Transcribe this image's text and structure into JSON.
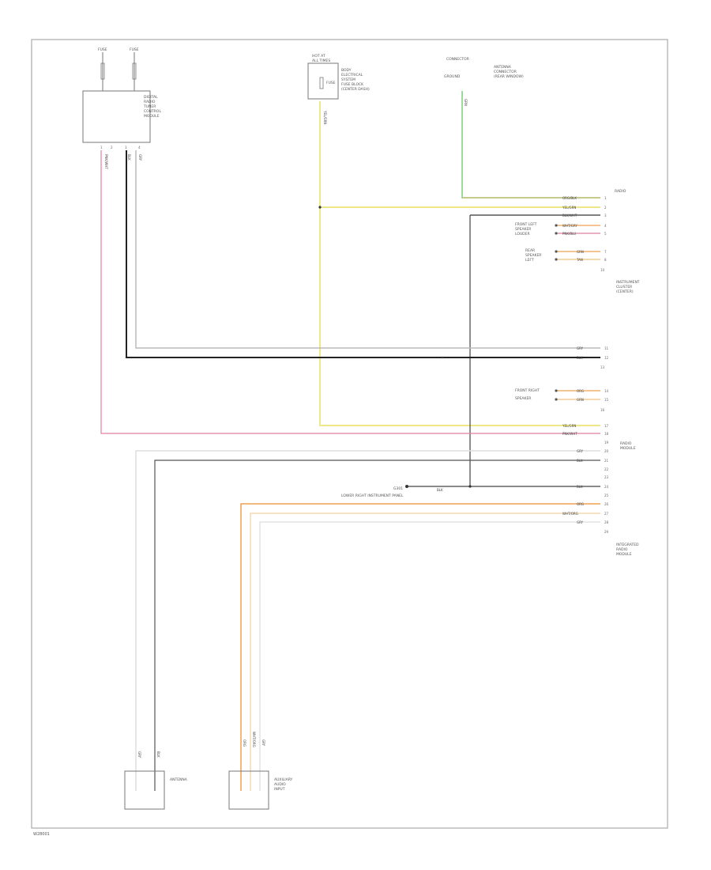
{
  "colors": {
    "frame": "#999999",
    "box": "#777777",
    "yellow": "#e8e060",
    "green": "#7ccf7c",
    "orange": "#f0a050",
    "pink": "#e080a0",
    "red": "#d04040",
    "black": "#222222",
    "gray": "#bbbbbb",
    "white": "#dddddd"
  },
  "top_fuses": [
    "FUSE",
    "FUSE"
  ],
  "module_tl": {
    "label_lines": [
      "DIGITAL",
      "RADIO",
      "TUNER",
      "CONTROL",
      "MODULE"
    ],
    "pin_labels": [
      "1",
      "2",
      "3",
      "4"
    ],
    "wire_labels": [
      "PNK/WHT",
      "BLK",
      "GRY"
    ]
  },
  "fuse_box_top": {
    "title": "HOT AT",
    "subtitle": "ALL TIMES",
    "label_lines": [
      "BODY",
      "ELECTRICAL",
      "SYSTEM",
      "FUSE BLOCK",
      "(CENTER DASH)"
    ],
    "fuse": "FUSE",
    "wire_label": "YEL/GRN"
  },
  "antenna_top": {
    "title": "CONNECTOR",
    "label_lines": [
      "ANTENNA",
      "CONNECTOR",
      "(REAR WINDOW)"
    ],
    "name": "GROUND",
    "wire_label": "GRN"
  },
  "right_block_1": {
    "header": "RADIO",
    "wires": [
      {
        "label": "ORG/BLK",
        "pin": "1"
      },
      {
        "label": "YEL/GRN",
        "pin": "2"
      },
      {
        "label": "BLK/WHT",
        "pin": "3"
      },
      {
        "label": "WHT/GRY",
        "pin": "4"
      },
      {
        "label": "PNK/BLU",
        "pin": "5"
      }
    ],
    "side_labels": [
      "FRONT LEFT",
      "SPEAKER",
      "LOUDER"
    ],
    "side2_labels": [
      "REAR",
      "SPEAKER",
      "LEFT"
    ],
    "wires2": [
      {
        "label": "GRN",
        "pin": "7"
      },
      {
        "label": "TAN",
        "pin": "8"
      }
    ],
    "footer_pin": "10",
    "name_lines": [
      "INSTRUMENT",
      "CLUSTER",
      "(CENTER)"
    ]
  },
  "right_block_2": {
    "wires": [
      {
        "label": "GRY",
        "pin": "11"
      },
      {
        "label": "BLK",
        "pin": "12"
      }
    ],
    "footer_pin": "13",
    "side_labels": [
      "FRONT RIGHT",
      "SPEAKER"
    ],
    "wires2": [
      {
        "label": "ORG",
        "pin": "14"
      },
      {
        "label": "GRN",
        "pin": "15"
      }
    ],
    "footer2_pin": "16"
  },
  "right_block_3": {
    "wires": [
      {
        "label": "YEL/GRN",
        "pin": "17"
      },
      {
        "label": "PNK/WHT",
        "pin": "18"
      },
      {
        "label": "",
        "pin": "19"
      },
      {
        "label": "GRY",
        "pin": "20"
      },
      {
        "label": "BLK",
        "pin": "21"
      },
      {
        "label": "",
        "pin": "22"
      },
      {
        "label": "",
        "pin": "23"
      },
      {
        "label": "BLK",
        "pin": "24"
      },
      {
        "label": "",
        "pin": "25"
      },
      {
        "label": "ORG",
        "pin": "26"
      },
      {
        "label": "WHT/ORG",
        "pin": "27"
      },
      {
        "label": "GRY",
        "pin": "28"
      },
      {
        "label": "",
        "pin": "29"
      }
    ],
    "header": "RADIO",
    "header2": "MODULE",
    "ground_label": "G301",
    "ground_desc": "LOWER RIGHT INSTRUMENT PANEL",
    "ground_wire": "BLK",
    "name_lines": [
      "INTEGRATED",
      "RADIO",
      "MODULE"
    ]
  },
  "bottom_left": {
    "name": "ANTENNA",
    "wire_labels": [
      "GRY",
      "BLK"
    ]
  },
  "bottom_mid": {
    "name_lines": [
      "AUXILIARY",
      "AUDIO",
      "INPUT"
    ],
    "wire_labels": [
      "ORG",
      "WHT/ORG",
      "GRY"
    ]
  },
  "footer": "W28001"
}
